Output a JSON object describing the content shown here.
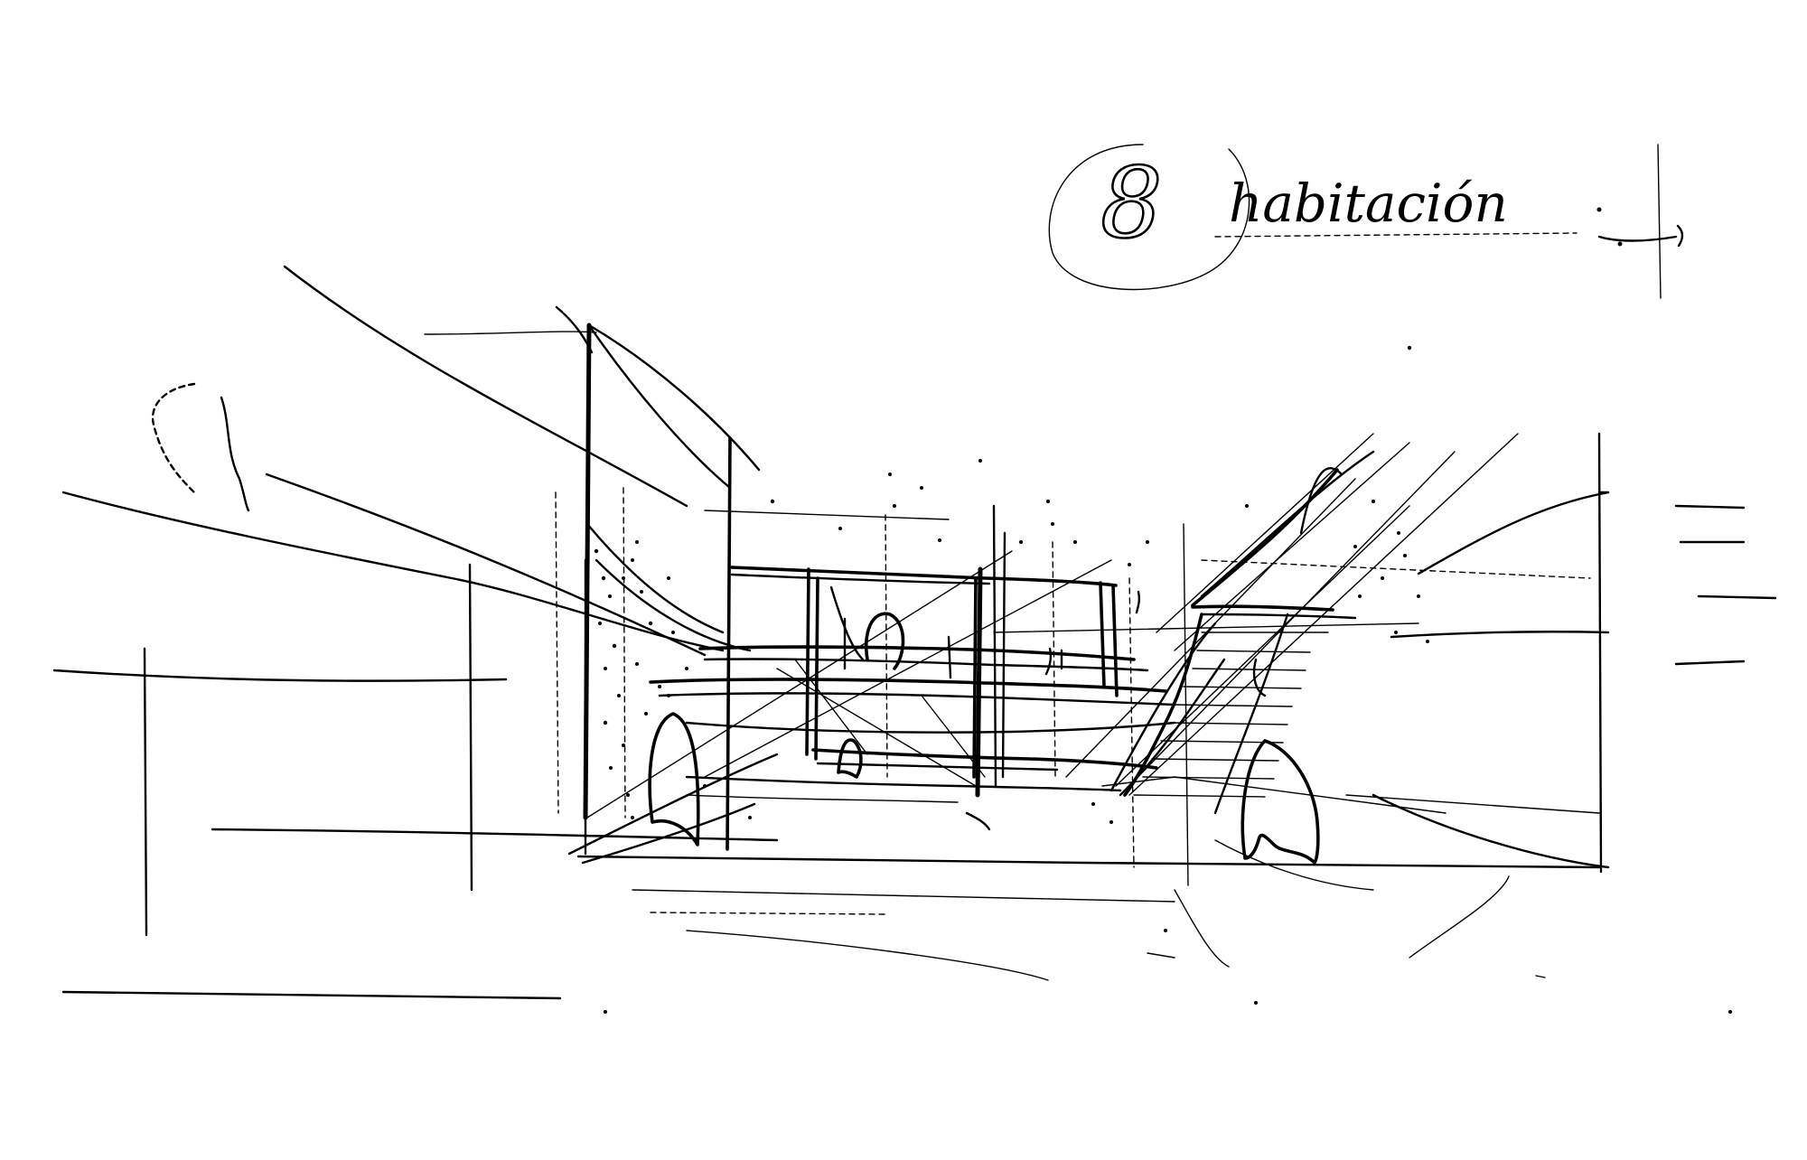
{
  "sketch": {
    "type": "architectural perspective sketch (hand-drawn ink)",
    "subject": "interior room perspective",
    "label": {
      "number": "8",
      "text": "habitación",
      "arrow": "→"
    },
    "colors": {
      "ink": "#000000",
      "paper": "#ffffff"
    }
  }
}
